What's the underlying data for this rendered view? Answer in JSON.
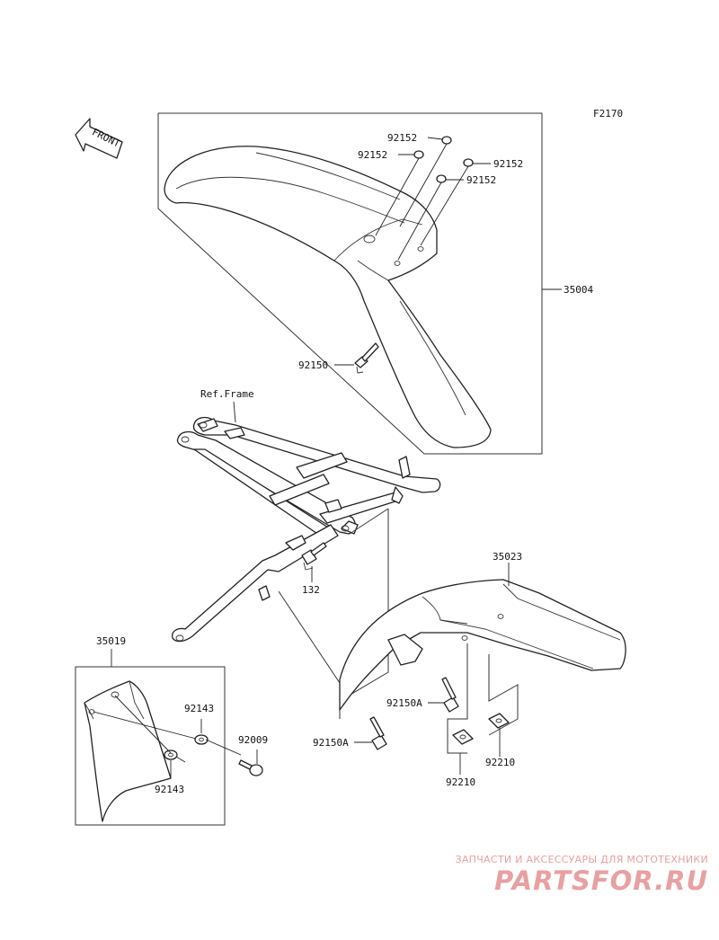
{
  "figure_code": "F2170",
  "front_badge": "FRONT",
  "ref_label": "Ref.Frame",
  "part_numbers": {
    "p35004": "35004",
    "p92152_a": "92152",
    "p92152_b": "92152",
    "p92152_c": "92152",
    "p92152_d": "92152",
    "p92150": "92150",
    "p132": "132",
    "p35023": "35023",
    "p92150A_a": "92150A",
    "p92150A_b": "92150A",
    "p92210_a": "92210",
    "p92210_b": "92210",
    "p35019": "35019",
    "p92143_a": "92143",
    "p92143_b": "92143",
    "p92009": "92009"
  },
  "watermark": {
    "tagline": "ЗАПЧАСТИ И АКСЕССУАРЫ ДЛЯ МОТОТЕХНИКИ",
    "brand": "PARTSFOR.RU",
    "color": "#e8a0a0"
  }
}
